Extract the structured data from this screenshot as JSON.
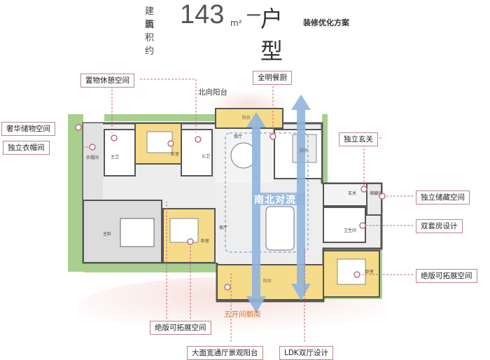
{
  "title": {
    "area_label_top": "建筑",
    "area_label_bottom": "面积约",
    "area_number": "143",
    "area_unit": "m²",
    "dash": "–",
    "type_name": "户型",
    "subtitle": "装修优化方案"
  },
  "callouts": {
    "storage_lounge": "置物休憩空间",
    "bright_kitchen": "全明餐厨",
    "luxury_storage": "奢华储物空间",
    "cloakroom": "独立衣帽间",
    "entrance": "独立玄关",
    "storage_room": "独立储藏空间",
    "double_suite": "双套房设计",
    "expand_right": "绝版可拓展空间",
    "expand_left": "绝版可拓展空间",
    "wide_balcony": "大面宽通厅景观阳台",
    "ldk": "LDK双厅设计"
  },
  "floorplan": {
    "north_balcony": "北向阳台",
    "airflow": "南北对流",
    "south_five": "五开间朝南",
    "rooms": {
      "balcony_north": "阳台",
      "dining": "餐厅",
      "kitchen": "厨房",
      "master_bath": "主卫",
      "bedroom_top": "卧室",
      "public_bath": "公卫",
      "cloak": "衣帽间",
      "master_bed": "主卧",
      "bedroom_mid": "卧室",
      "living": "客厅",
      "entry": "玄关",
      "storage": "储藏间",
      "bath2": "卫生间",
      "balcony_south": "阳台",
      "bedroom_right": "卧室"
    }
  },
  "colors": {
    "yellow_room": "#f6dc8a",
    "green_zone": "#a9cf8f",
    "arrow_blue": "#8fb5de",
    "callout_border": "#b9878f",
    "pink_glow": "#f6ddd8",
    "accent_orange": "#d9732a"
  }
}
